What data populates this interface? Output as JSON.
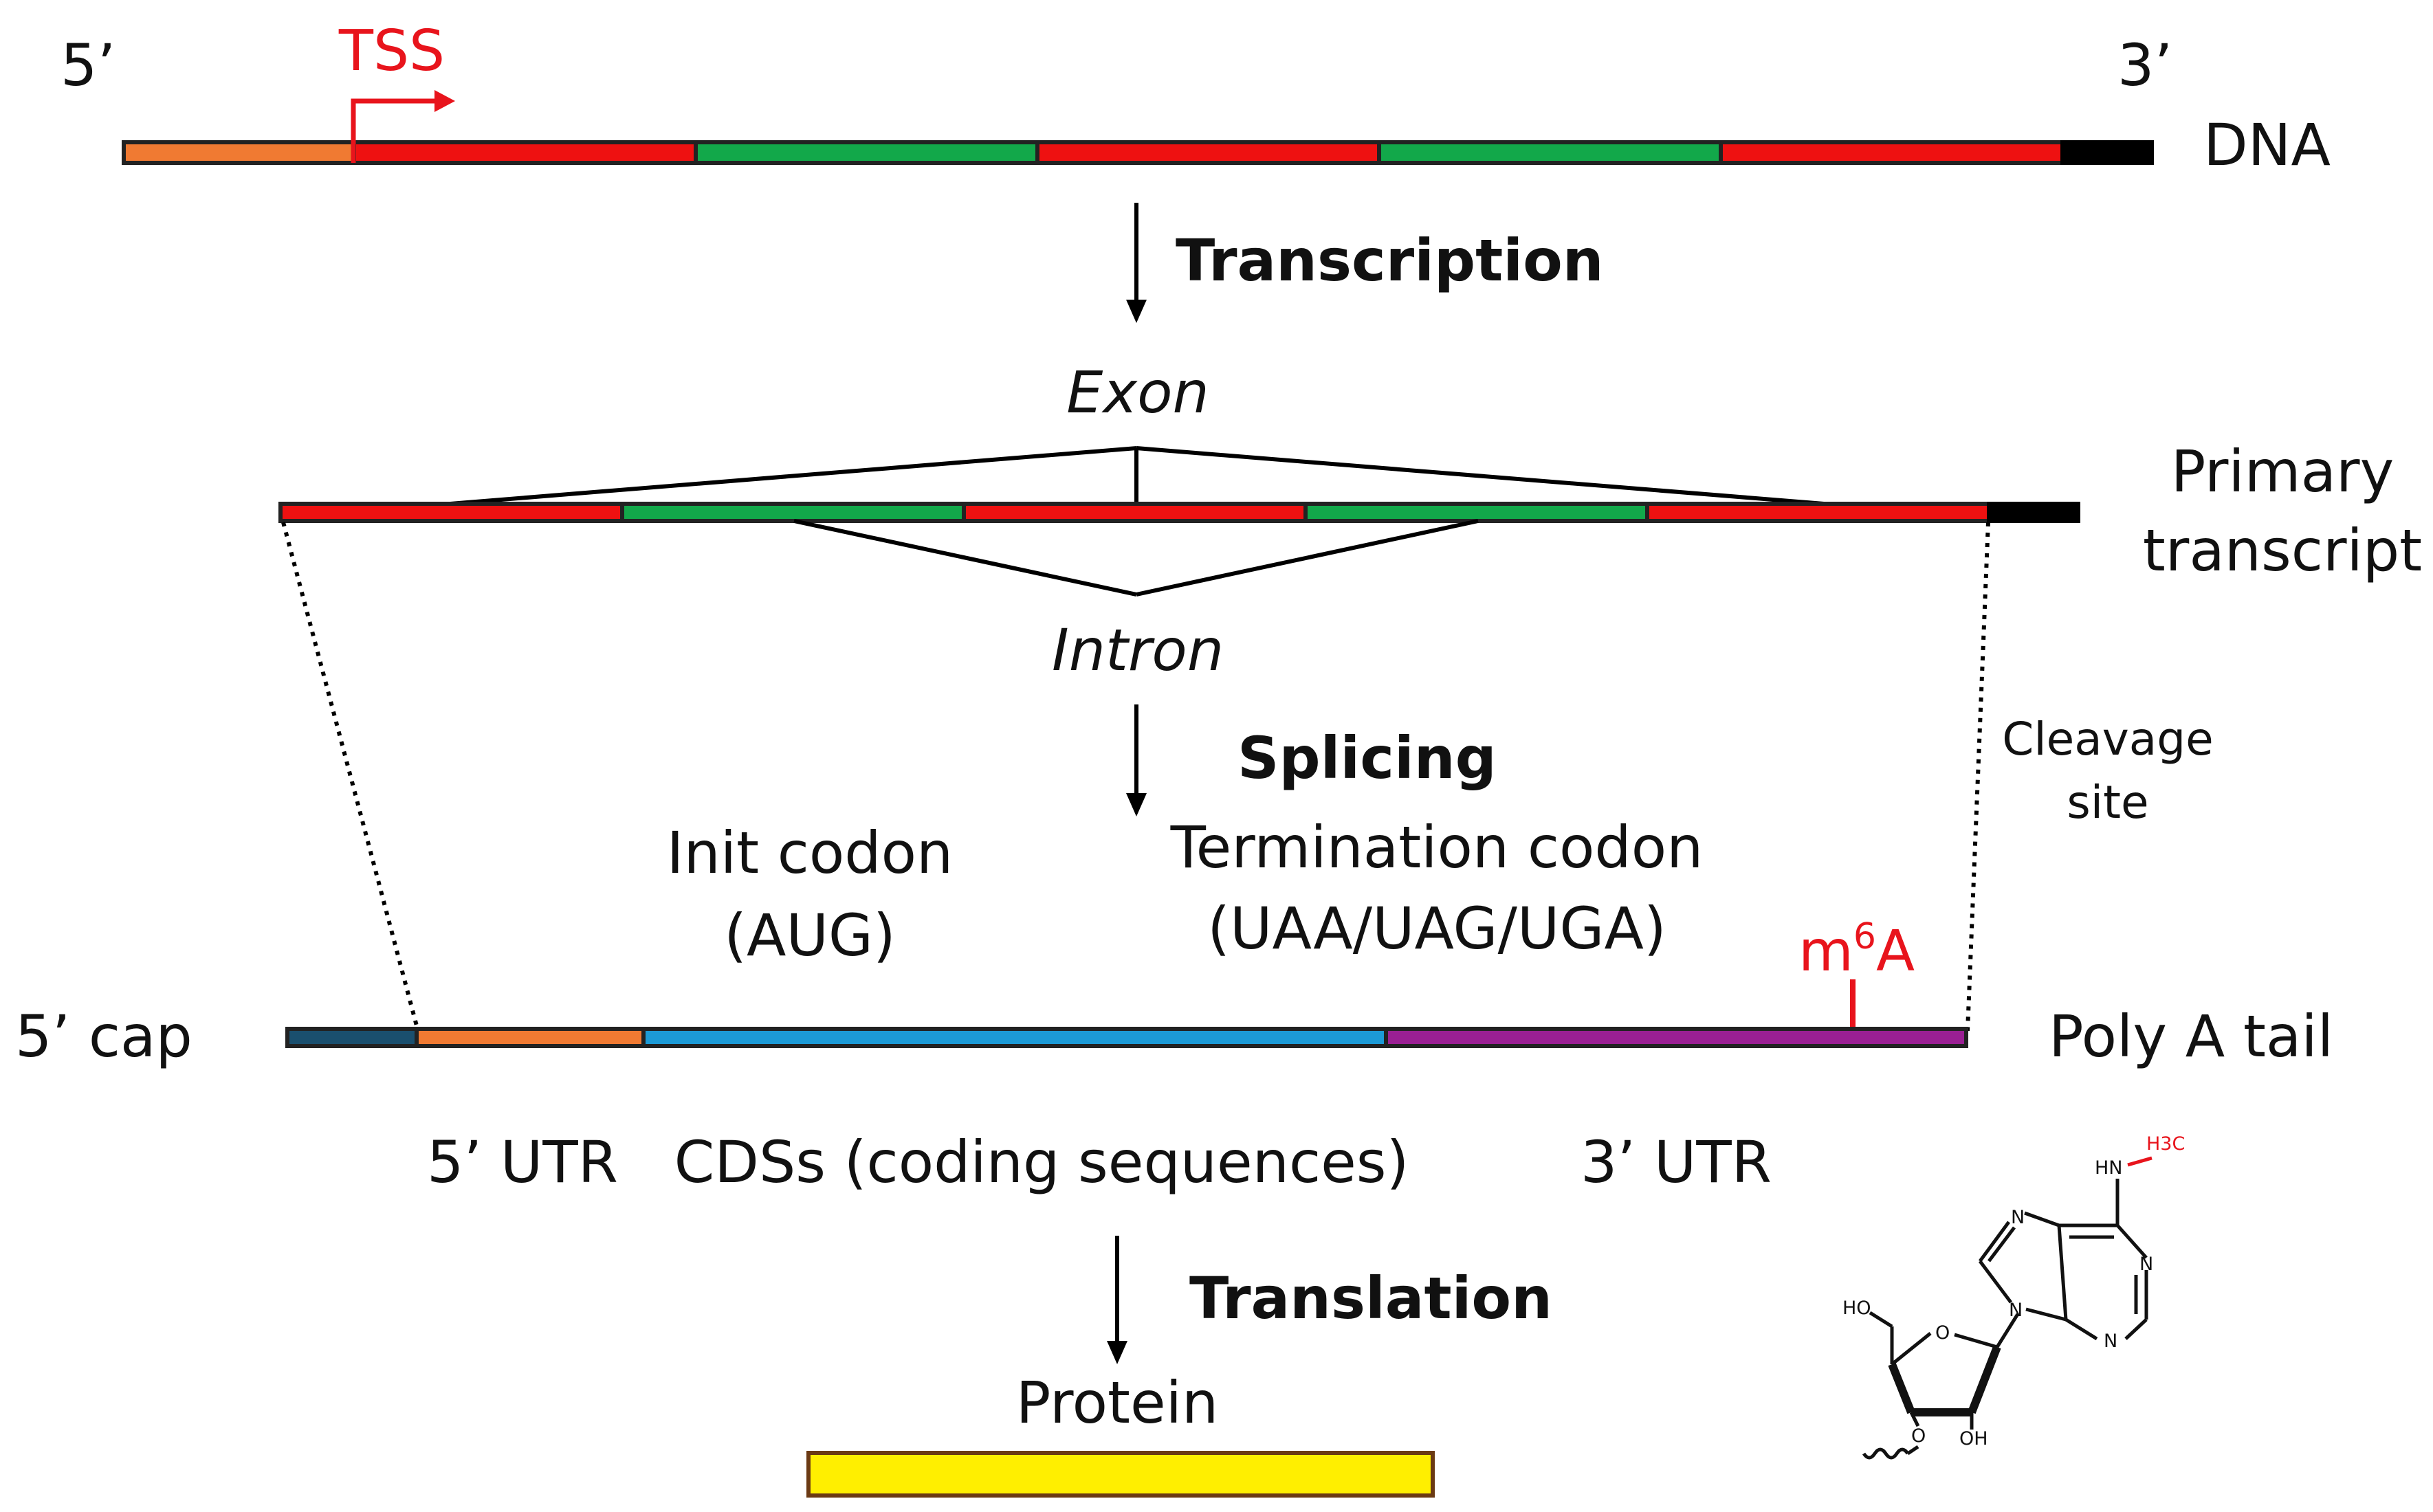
{
  "labels": {
    "five_prime_dna": "5’",
    "three_prime_dna": "3’",
    "tss": "TSS",
    "dna": "DNA",
    "transcription": "Transcription",
    "exon": "Exon",
    "primary_transcript_1": "Primary",
    "primary_transcript_2": "transcript",
    "intron": "Intron",
    "splicing": "Splicing",
    "cleavage_1": "Cleavage",
    "cleavage_2": "site",
    "init_codon_1": "Init codon",
    "init_codon_2": "(AUG)",
    "term_codon_1": "Termination codon",
    "term_codon_2": "(UAA/UAG/UGA)",
    "m6a_m": "m",
    "m6a_sup": "6",
    "m6a_a": "A",
    "five_cap": "5’ cap",
    "poly_a": "Poly A tail",
    "five_utr": "5’ UTR",
    "cds": "CDSs (coding sequences)",
    "three_utr": "3’ UTR",
    "translation": "Translation",
    "protein": "Protein"
  },
  "chem_labels": {
    "hn": "HN",
    "h3c": "H3C",
    "n1": "N",
    "n3": "N",
    "n7": "N",
    "n9": "N",
    "ho": "HO",
    "o_ring": "O",
    "o3": "O",
    "oh": "OH"
  },
  "colors": {
    "utr5_dna": "#f07a32",
    "exon": "#ee1111",
    "intron": "#12a84a",
    "downstream": "#000000",
    "cap": "#1a4f6e",
    "utr5_mrna": "#f07a32",
    "cds": "#1c9ad6",
    "utr3": "#9a1f93",
    "protein_fill": "#ffef00",
    "protein_stroke": "#6b3a14",
    "tss": "#e8141c",
    "m6a": "#e8141c"
  }
}
